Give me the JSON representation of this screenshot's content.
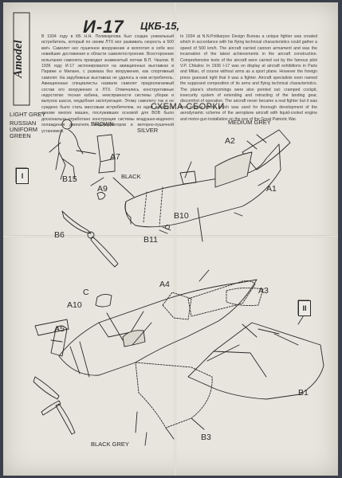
{
  "header": {
    "brand": "Amodel",
    "title": "И-17",
    "subtitle": "ЦКБ-15,"
  },
  "history": {
    "ru": "В 1934 году в КБ Н.Н. Поликарпова был создан уникальный истребитель, который по своим ЛТХ мог развивать скорость в 500 км/ч. Самолет нес пушечное вооружение и воплотил в себе все новейшие достижения в области самолетостроения. Всесторонние испытания самолета проводил знаменитый летчик В.П. Чкалов. В 1936 году И-17 экспонировался на авиационных выставках в Париже и Милане, с размаха без вооружения, как спортивный самолет. На зарубежных выставках не удалось в нем истребитель. Авиационные специалисты назвали самолет предполагаемый состав его вооружения и ЛТХ. Отмечались конструктивные недостатки: тесная кабина, неисправности системы уборки и выпуска шасси, неудобная эксплуатация. Этому самолету так и не суждено было стать массовым истребителем, но идеи лежали в основе многих машин, послуживших основой для ВОВ было досконально отработано конструкция системы воздушно-водяного охлаждения двигателя, водорадиаторов и моторно-пушечной установкой.",
    "en": "In 1934 at N.N.Polikarpov Design Bureau a unique fighter was created which in accordance with his flying technical characteristics could gather a speed of 500 km/h. The aircraft carried cannon armament and was the incarnation of the latest achievements in the aircraft construction. Comprehensive tests of the aircraft were carried out by the famous pilot V.P. Chkalov. In 1936 I-17 was on display at aircraft exhibitions in Paris and Milan, of course without arms as a sport plane. However the foreign press guessed right that it was a fighter. Aircraft specialists even named the supposed composition of its arms and flying technical characteristics. The plane's shortcomings were also pointed out: cramped cockpit, insecurity system of extending and retracting of the landing gear, discomfort of operation. The aircraft never became a real fighter but it was that precise plane which was used for thorough development of the aerodynamic scheme of the aeroplane aircraft with liquid-cooled engine and motor-gun installation on the eve of the Great Patriotic War."
  },
  "assembly_title": "СХЕМА СБОРКИ",
  "color_notes": {
    "light_grey": "LIGHT GREY",
    "russian_uniform_green": "RUSSIAN\nUNIFORM\nGREEN",
    "brown": "BROWN",
    "silver": "SILVER",
    "black": "BLACK",
    "medium_grey": "MEDIUM GREY",
    "black_grey": "BLACK GREY"
  },
  "steps": [
    "I",
    "II"
  ],
  "parts": {
    "a1": "A1",
    "a2": "A2",
    "a3": "A3",
    "a4": "A4",
    "a5": "A5",
    "a7": "A7",
    "a9": "A9",
    "a10": "A10",
    "b1": "B1",
    "b3": "B3",
    "b6": "B6",
    "b10": "B10",
    "b11": "B11",
    "b15": "B15",
    "c": "C"
  }
}
